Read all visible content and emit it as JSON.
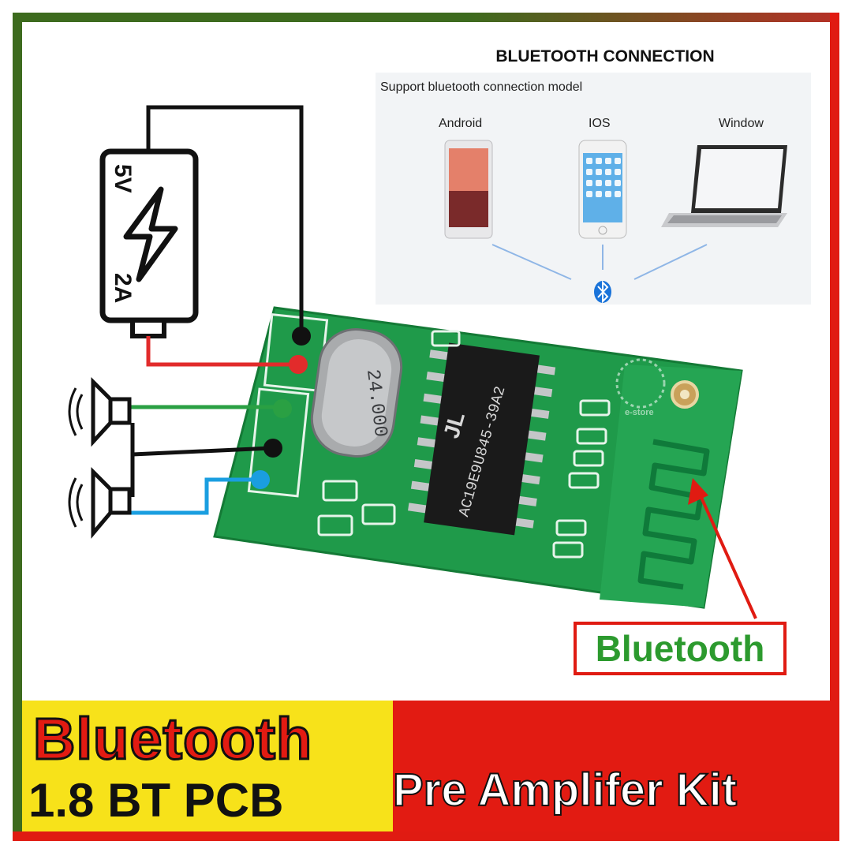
{
  "panel": {
    "heading": "BLUETOOTH CONNECTION",
    "support_text": "Support bluetooth connection model",
    "devices": [
      {
        "label": "Android"
      },
      {
        "label": "IOS"
      },
      {
        "label": "Window"
      }
    ]
  },
  "battery": {
    "voltage": "5V",
    "current": "2A"
  },
  "board": {
    "crystal_text": "24.000",
    "chip_text": "AC19E9U845-39A2",
    "chip_logo": "JL",
    "watermark": "e-store"
  },
  "callout": {
    "label": "Bluetooth"
  },
  "banner": {
    "title": "Bluetooth",
    "subtitle": "1.8 BT PCB",
    "kit": "Pre Amplifer Kit"
  },
  "colors": {
    "frame_green": "#3d6b1e",
    "frame_red": "#e01b12",
    "pcb_green": "#1f9a4a",
    "banner_yellow": "#f7e21a",
    "banner_red": "#e21b12",
    "callout_text": "#2c9a2e",
    "bt_blue": "#1a73d9"
  }
}
